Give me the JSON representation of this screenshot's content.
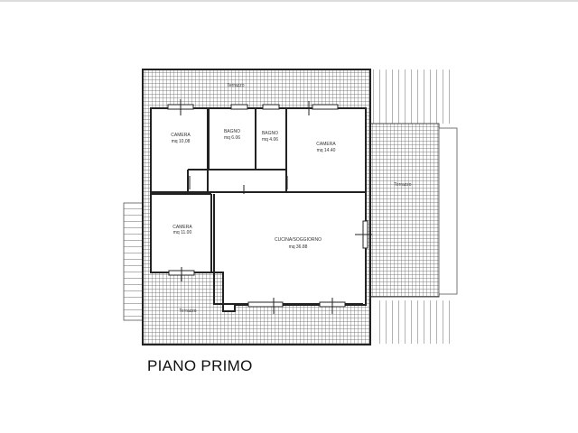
{
  "plan": {
    "title": "PIANO PRIMO",
    "rooms": [
      {
        "name": "CAMERA",
        "area": "mq 10,08"
      },
      {
        "name": "BAGNO",
        "area": "mq 6.06"
      },
      {
        "name": "BAGNO",
        "area": "mq 4.06"
      },
      {
        "name": "CAMERA",
        "area": "mq 14.40"
      },
      {
        "name": "CAMERA",
        "area": "mq 11.00"
      },
      {
        "name": "CUCINA/SOGGIORNO",
        "area": "mq 36.88"
      }
    ],
    "terraces": [
      {
        "name": "Terrazzo"
      },
      {
        "name": "Terrazzo"
      },
      {
        "name": "Terrazzo"
      }
    ]
  }
}
